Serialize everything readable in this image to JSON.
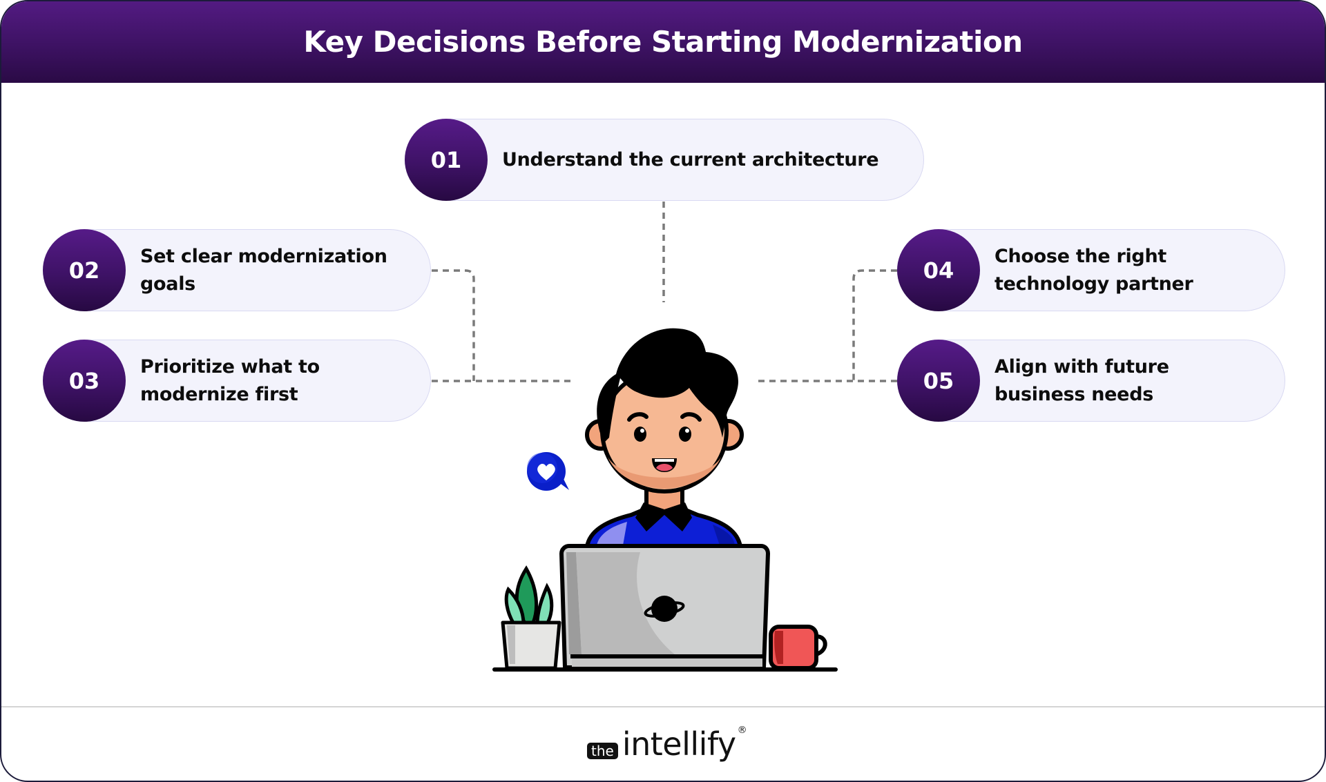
{
  "header": {
    "title": "Key Decisions Before Starting Modernization"
  },
  "steps": [
    {
      "number": "01",
      "label": "Understand the current architecture"
    },
    {
      "number": "02",
      "label_line1": "Set clear modernization",
      "label_line2": "goals"
    },
    {
      "number": "03",
      "label_line1": "Prioritize what to",
      "label_line2": "modernize first"
    },
    {
      "number": "04",
      "label_line1": "Choose the right",
      "label_line2": "technology partner"
    },
    {
      "number": "05",
      "label_line1": "Align with future",
      "label_line2": "business needs"
    }
  ],
  "illustration": {
    "subject": "person-at-laptop",
    "elements": [
      "person-avatar",
      "heart-chat-bubble-icon",
      "laptop",
      "planet-logo-icon",
      "plant-pot",
      "coffee-mug"
    ]
  },
  "footer": {
    "logo_prefix": "the",
    "logo_word": "intellify",
    "logo_mark": "®"
  },
  "colors": {
    "header_top": "#531b82",
    "header_bottom": "#2a0a45",
    "badge": "#3e1266",
    "pill_bg": "#f3f3fc",
    "pill_border": "#d9d9f2",
    "connector": "#7a7a7a",
    "shirt": "#0d1fd6",
    "heart_bubble": "#0a1fc9"
  }
}
